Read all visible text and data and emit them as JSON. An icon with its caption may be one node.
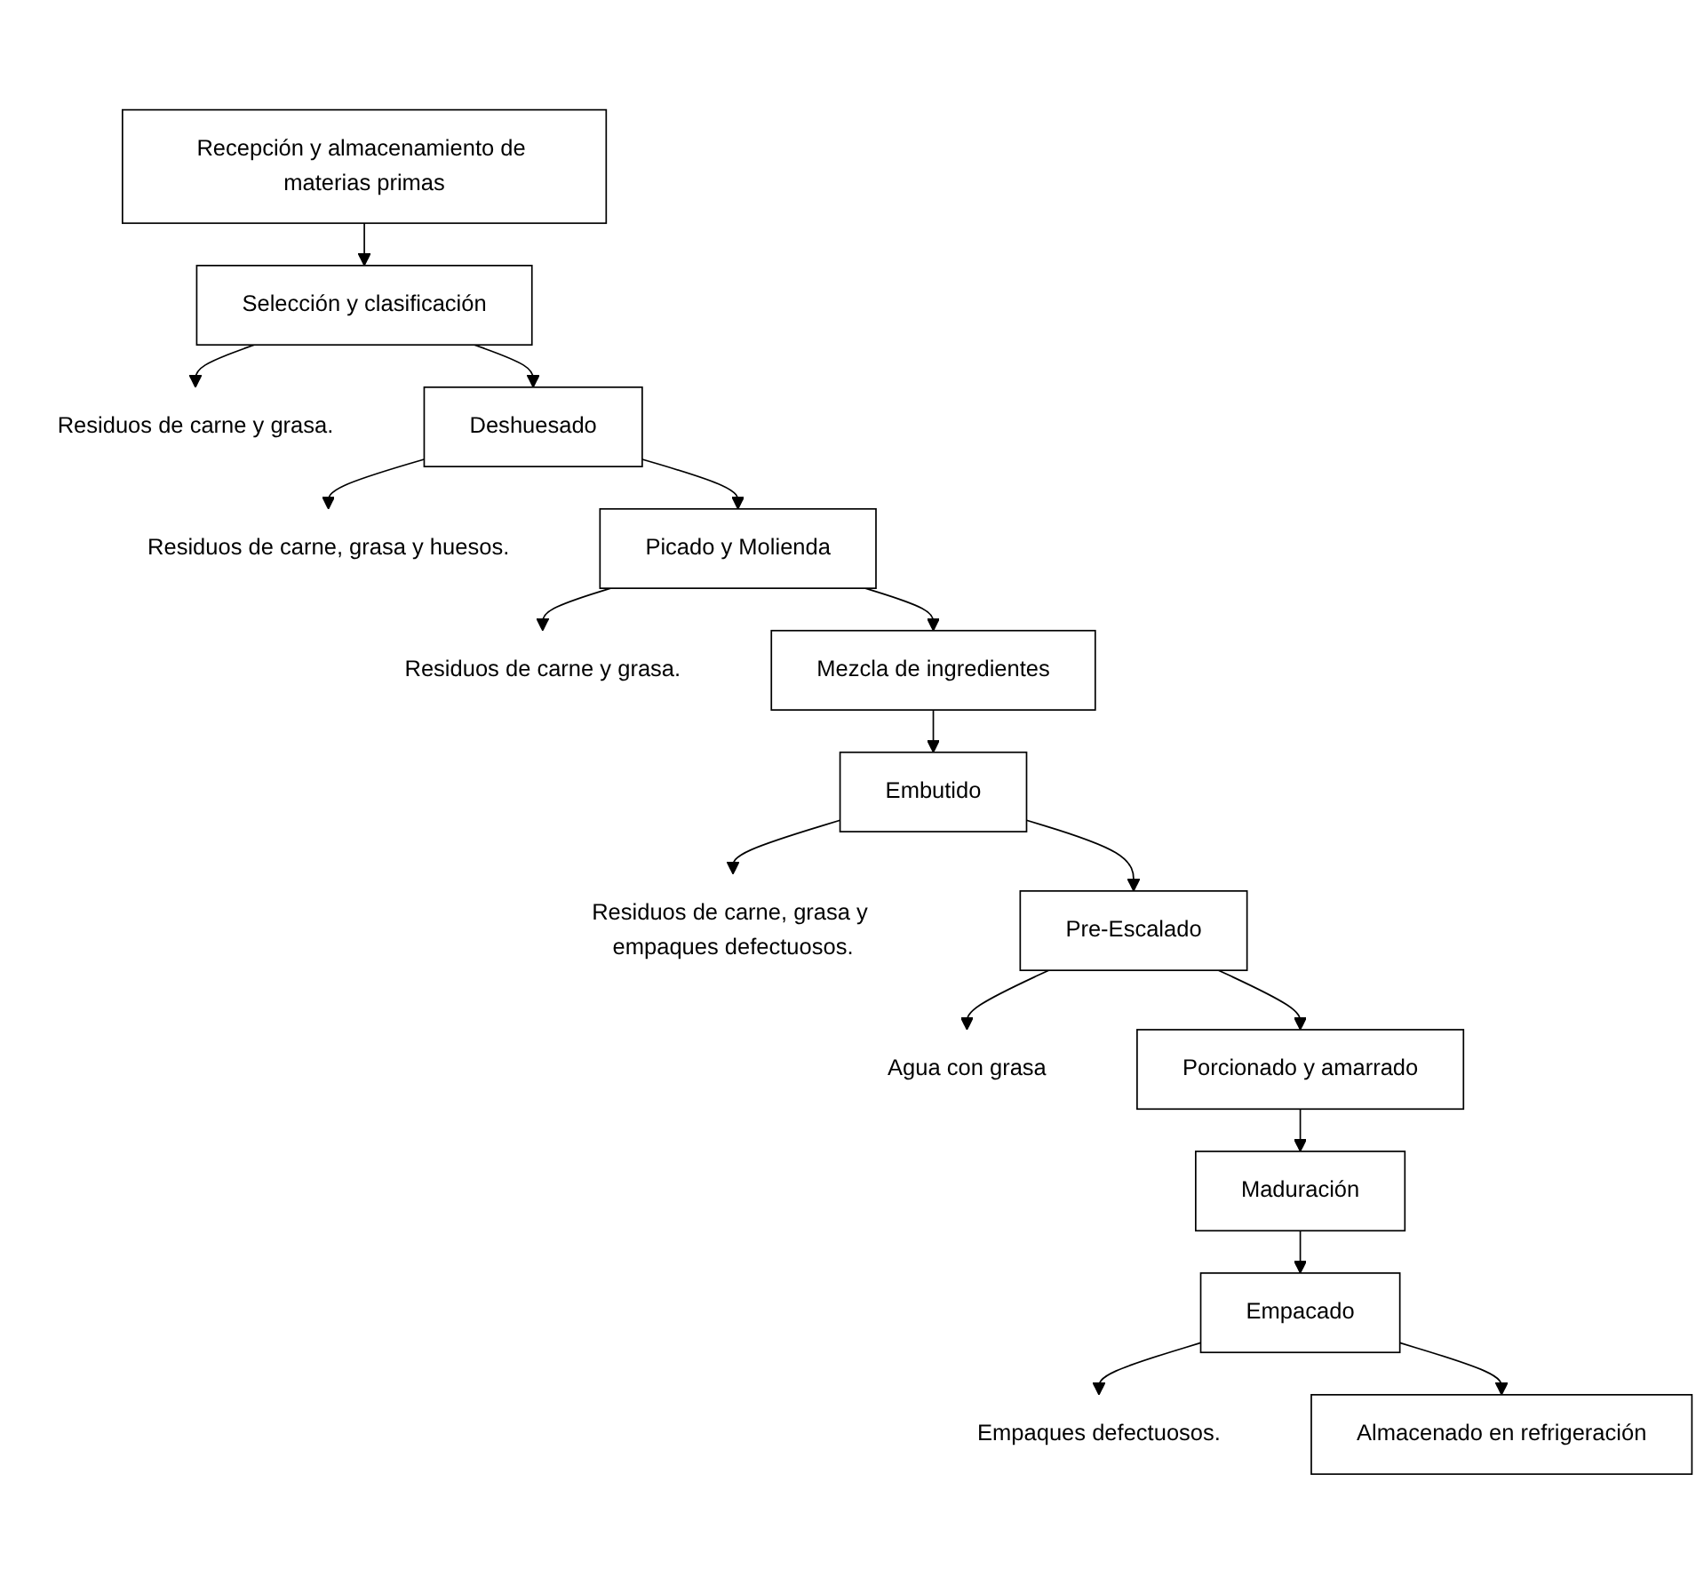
{
  "diagram": {
    "nodes": [
      {
        "text": [
          "Recepción y almacenamiento de materias primas"
        ]
      },
      {
        "text": [
          "Selección y clasificación"
        ]
      },
      {
        "text": [
          "Residuos de carne y grasa."
        ]
      },
      {
        "text": [
          "Deshuesado"
        ]
      },
      {
        "text": [
          "Residuos de carne, grasa y huesos."
        ]
      },
      {
        "text": [
          "Picado y Molienda"
        ]
      },
      {
        "text": [
          "Residuos de carne y grasa."
        ]
      },
      {
        "text": [
          "Mezcla de ingredientes"
        ]
      },
      {
        "text": [
          "Embutido"
        ]
      },
      {
        "text": [
          "Residuos de carne, grasa y empaques defectuosos."
        ]
      },
      {
        "text": [
          "Pre-Escalado"
        ]
      },
      {
        "text": [
          "Agua con grasa"
        ]
      },
      {
        "text": [
          "Porcionado y amarrado"
        ]
      },
      {
        "text": [
          "Maduración"
        ]
      },
      {
        "text": [
          "Empacado"
        ]
      },
      {
        "text": [
          "Empaques defectuosos."
        ]
      },
      {
        "text": [
          "Almacenado en refrigeración"
        ]
      }
    ],
    "edges": [
      {
        "from": 0,
        "to": 1,
        "arrow": "to"
      },
      {
        "from": 1,
        "to": 2,
        "arrow": "to"
      },
      {
        "from": 1,
        "to": 3,
        "arrow": "to"
      },
      {
        "from": 3,
        "to": 4,
        "arrow": "to"
      },
      {
        "from": 3,
        "to": 5,
        "arrow": "to"
      },
      {
        "from": 5,
        "to": 6,
        "arrow": "to"
      },
      {
        "from": 5,
        "to": 7,
        "arrow": "to"
      },
      {
        "from": 7,
        "to": 8,
        "arrow": "to"
      },
      {
        "from": 8,
        "to": 9,
        "arrow": "to"
      },
      {
        "from": 8,
        "to": 10,
        "arrow": "to"
      },
      {
        "from": 10,
        "to": 11,
        "arrow": "to"
      },
      {
        "from": 10,
        "to": 12,
        "arrow": "to"
      },
      {
        "from": 12,
        "to": 13,
        "arrow": "to"
      },
      {
        "from": 13,
        "to": 14,
        "arrow": "to"
      },
      {
        "from": 14,
        "to": 15,
        "arrow": "to"
      },
      {
        "from": 14,
        "to": 16,
        "arrow": "to"
      }
    ]
  }
}
